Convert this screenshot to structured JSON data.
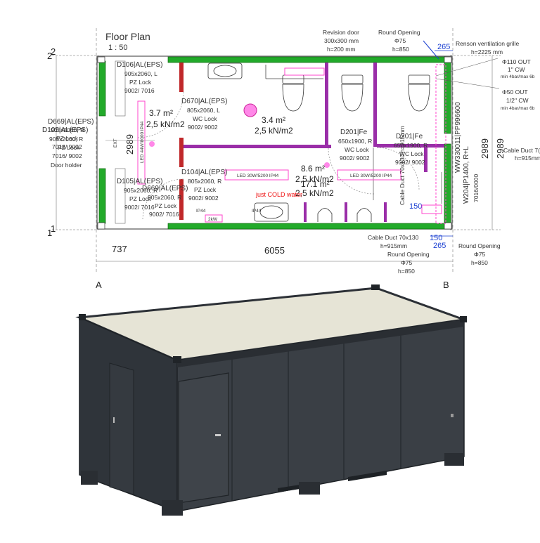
{
  "header": {
    "title": "Floor Plan",
    "scale": "1 : 50"
  },
  "grid": {
    "left": "A",
    "right": "B",
    "row_top_a": "2",
    "row_top_b": "2",
    "row_bot_a": "1",
    "row_bot_b": "1"
  },
  "rooms": [
    {
      "area": "3.7 m²",
      "load": "2,5 kN/m2"
    },
    {
      "area": "3.4 m²",
      "load": "2,5 kN/m2"
    },
    {
      "area": "8.6 m²",
      "load": "2,5 kN/m2"
    },
    {
      "area": "17.1 m²",
      "load": "2,5 kN/m2"
    }
  ],
  "doors": {
    "d106": [
      "D106|AL(EPS)",
      "905x2060, L",
      "PZ Lock",
      "9002/ 7016"
    ],
    "d670": [
      "D670|AL(EPS)",
      "805x2060, L",
      "WC Lock",
      "9002/ 9002"
    ],
    "d669": [
      "D669|AL(EPS)",
      "905x2060, R",
      "PZ Lock",
      "7016/ 9002",
      "Door holder"
    ],
    "d105": [
      "D105|AL(EPS)",
      "905x2060, R",
      "PZ Lock",
      "9002/ 7016"
    ],
    "d104": [
      "D104|AL(EPS)",
      "805x2060, R",
      "PZ Lock",
      "9002/ 9002"
    ],
    "d201a": [
      "D201|Fe",
      "650x1900, R",
      "WC Lock",
      "9002/ 9002"
    ],
    "d201b": [
      "D201|Fe",
      "650x1900, R",
      "WC Lock",
      "9002/ 9002"
    ]
  },
  "annotations": {
    "revision_door": [
      "Revision door",
      "300x300 mm",
      "h=200 mm"
    ],
    "round_top": [
      "Round Opening",
      "Φ75",
      "h=850"
    ],
    "renson": [
      "Renson ventilation grille",
      "h=2225 mm"
    ],
    "out110": [
      "Φ110 OUT",
      "1'' CW",
      "min 4bar/max 6b"
    ],
    "out50": [
      "Φ50 OUT",
      "1/2'' CW",
      "min 4bar/max 6b"
    ],
    "cable_right": [
      "Cable Duct 7(",
      "h=915mm"
    ],
    "cable_bottom": [
      "Cable Duct 70x130",
      "h=915mm"
    ],
    "round_bottom_mid": [
      "Round Opening",
      "Φ75",
      "h=850"
    ],
    "round_bottom_right": [
      "Round Opening",
      "Φ75",
      "h=850"
    ],
    "cable_vertical": "Cable Duct 70x130 h=915mm",
    "ww_tag": "WW330011|PP996600",
    "w_tag": "W204|P1400, R+L",
    "w_tag2": "7016/0000",
    "just_cold": "just COLD water",
    "led_left": "LED 44W/8000 IP44",
    "led_mid": "LED 30W/5200 IP44",
    "led_right": "LED 30W/5200 IP44",
    "ip44_a": "IP44",
    "ip44_b": "IP44",
    "kw": "2kW",
    "ext": "EXT"
  },
  "dimensions": {
    "left_vertical": "2989",
    "right_vertical": "2989",
    "inner_vertical": "2989",
    "width": "6055",
    "left_offset": "737",
    "top_265": "265",
    "right_150a": "150",
    "right_150b": "150",
    "right_265": "265"
  },
  "colors": {
    "wall": "#22aa2a",
    "partition": "#9a2ea8",
    "post": "#c0282a",
    "annot": "#ff44cc",
    "container": "#2c3036",
    "roof": "#e6e4d6"
  }
}
